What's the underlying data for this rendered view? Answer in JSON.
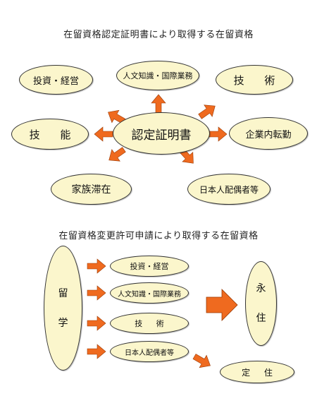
{
  "top": {
    "title": "在留資格認定証明書により取得する在留資格",
    "center": "認定証明書",
    "nodes": {
      "investment": "投資・経営",
      "humanities": "人文知識・国際業務",
      "technology": "技 術",
      "skills": "技 能",
      "intra_company": "企業内転勤",
      "dependent": "家族滞在",
      "spouse": "日本人配偶者等"
    }
  },
  "bottom": {
    "title": "在留資格変更許可申請により取得する在留資格",
    "source_chars": [
      "留",
      "学"
    ],
    "targets": {
      "investment": "投資・経営",
      "humanities": "人文知識・国際業務",
      "technology": "技 術",
      "spouse": "日本人配偶者等"
    },
    "permanent_chars": [
      "永",
      "住"
    ],
    "long_term": "定 住"
  },
  "colors": {
    "oval_fill": "#fbf6cc",
    "arrow": "#ef6a1f",
    "outline": "#333333"
  }
}
